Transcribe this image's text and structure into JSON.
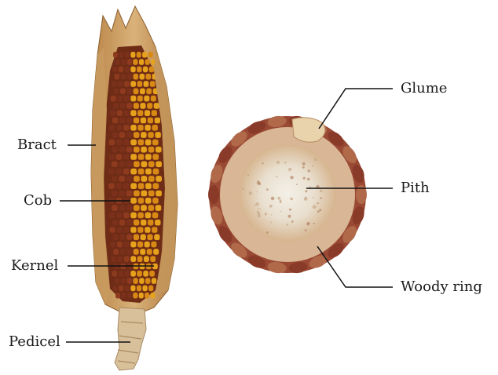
{
  "labels": {
    "bract": "Bract",
    "cob": "Cob",
    "kernel": "Kernel",
    "pedicel": "Pedicel",
    "glume": "Glume",
    "pith": "Pith",
    "woody_ring": "Woody ring"
  },
  "colors": {
    "husk": "#cfa56a",
    "husk_dark": "#a9783d",
    "kernel_yellow": "#e7a21c",
    "kernel_orange": "#d98a14",
    "kernel_red": "#8e3a1e",
    "cob_brown": "#6e2c16",
    "pedicel": "#d8c09a",
    "pith": "#ece7dc",
    "woody": "#d9b796",
    "glume_red": "#8a3a28",
    "leader_line": "#111111"
  }
}
